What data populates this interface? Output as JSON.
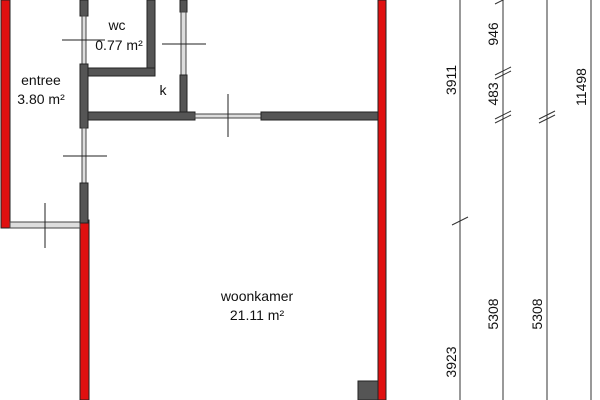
{
  "rooms": [
    {
      "name": "wc",
      "area": "0.77 m²"
    },
    {
      "name": "entree",
      "area": "3.80 m²"
    },
    {
      "name": "k",
      "area": ""
    },
    {
      "name": "woonkamer",
      "area": "21.11 m²"
    }
  ],
  "dimensions": {
    "col1": [
      "3911",
      "3923"
    ],
    "col2": [
      "946",
      "483",
      "5308"
    ],
    "col3": [
      "5308"
    ],
    "col4": [
      "11498"
    ]
  },
  "colors": {
    "exterior_wall": "#e01010",
    "interior_wall": "#555555"
  }
}
